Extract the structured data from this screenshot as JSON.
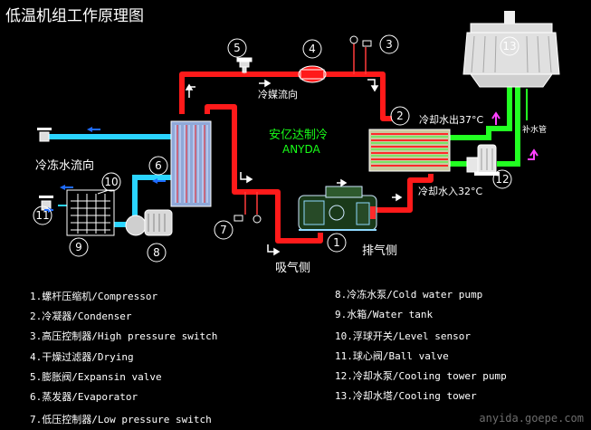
{
  "title": "低温机组工作原理图",
  "brand": {
    "cn": "安亿达制冷",
    "en": "ANYDA"
  },
  "labels": {
    "chilled_water_flow": "冷冻水流向",
    "refrigerant_flow": "冷媒流向",
    "cooling_water_out": "冷却水出37°C",
    "cooling_water_in": "冷却水入32°C",
    "makeup_pipe": "补水管",
    "discharge_side": "排气侧",
    "suction_side": "吸气侧"
  },
  "markers": [
    "1",
    "2",
    "3",
    "4",
    "5",
    "6",
    "7",
    "8",
    "9",
    "10",
    "11",
    "12",
    "13"
  ],
  "legend_left": [
    "1.螺杆压缩机/Compressor",
    "2.冷凝器/Condenser",
    "3.高压控制器/High pressure switch",
    "4.干燥过滤器/Drying",
    "5.膨胀阀/Expansin valve",
    "6.蒸发器/Evaporator",
    "7.低压控制器/Low pressure switch"
  ],
  "legend_right": [
    "8.冷冻水泵/Cold water pump",
    "9.水箱/Water tank",
    "10.浮球开关/Level sensor",
    "11.球心阀/Ball valve",
    "12.冷却水泵/Cooling tower pump",
    "13.冷却水塔/Cooling tower"
  ],
  "watermark": "anyida.goepe.com",
  "colors": {
    "refrigerant": "#ff1a1a",
    "chilled_water": "#2ad4ff",
    "cooling_water": "#22ff22",
    "flow_arrow": "#1f6bff",
    "brand": "#19ff19"
  }
}
